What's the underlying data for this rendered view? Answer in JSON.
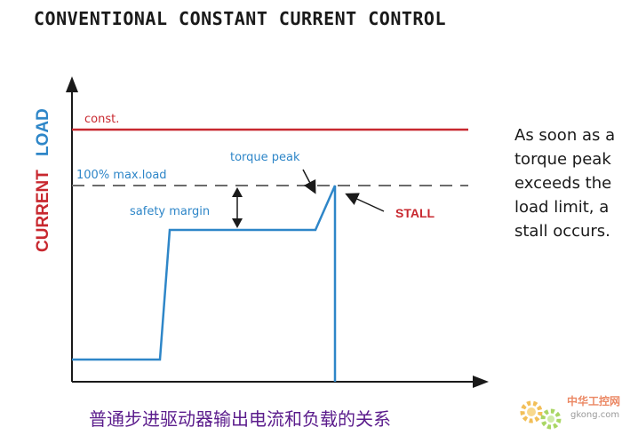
{
  "title": "CONVENTIONAL CONSTANT CURRENT CONTROL",
  "y_axis": {
    "label_current": "CURRENT",
    "label_load": "LOAD"
  },
  "labels": {
    "const": "const.",
    "max_load": "100% max.load",
    "torque_peak": "torque peak",
    "safety_margin": "safety margin",
    "stall": "STALL"
  },
  "side_note": {
    "lines": [
      "As soon as a",
      "torque peak",
      "exceeds the",
      "load limit, a",
      "stall occurs."
    ]
  },
  "caption": "普通步进驱动器输出电流和负载的关系",
  "watermark": {
    "brand": "中华工控网",
    "site": "gkong.com"
  },
  "colors": {
    "current": "#c8282f",
    "load": "#2e86c8",
    "axis": "#1a1a1a",
    "dashed": "#6b6b6b",
    "caption": "#5b1c8c"
  }
}
